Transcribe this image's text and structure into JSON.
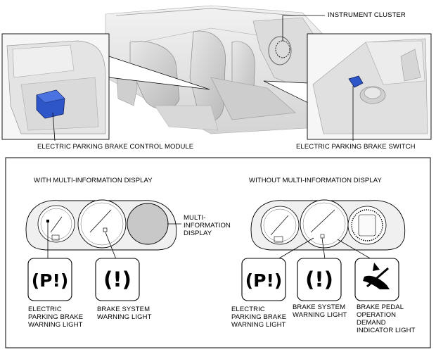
{
  "top_labels": {
    "instrument_cluster": "INSTRUMENT CLUSTER",
    "control_module": "ELECTRIC PARKING BRAKE CONTROL MODULE",
    "switch": "ELECTRIC PARKING BRAKE SWITCH"
  },
  "bottom_panel": {
    "with_mid_title": "WITH MULTI-INFORMATION DISPLAY",
    "without_mid_title": "WITHOUT MULTI-INFORMATION DISPLAY",
    "mid_label": [
      "MULTI-",
      "INFORMATION",
      "DISPLAY"
    ],
    "left_lights": [
      {
        "icon": "parking-brake-warning-icon",
        "glyph": "(P!)",
        "label": [
          "ELECTRIC",
          "PARKING BRAKE",
          "WARNING LIGHT"
        ]
      },
      {
        "icon": "brake-system-warning-icon",
        "glyph": "(!)",
        "label": [
          "BRAKE SYSTEM",
          "WARNING LIGHT"
        ]
      }
    ],
    "right_lights": [
      {
        "icon": "parking-brake-warning-icon",
        "glyph": "(P!)",
        "label": [
          "ELECTRIC",
          "PARKING BRAKE",
          "WARNING LIGHT"
        ]
      },
      {
        "icon": "brake-system-warning-icon",
        "glyph": "(!)",
        "label": [
          "BRAKE SYSTEM",
          "WARNING LIGHT"
        ]
      },
      {
        "icon": "brake-pedal-demand-icon",
        "glyph": "",
        "label": [
          "BRAKE PEDAL",
          "OPERATION",
          "DEMAND",
          "INDICATOR LIGHT"
        ]
      }
    ]
  },
  "colors": {
    "highlight_blue": "#2f56c9",
    "mid_display": "#c8c8c8",
    "line": "#000000",
    "gray_fill": "#e6e6e6"
  }
}
